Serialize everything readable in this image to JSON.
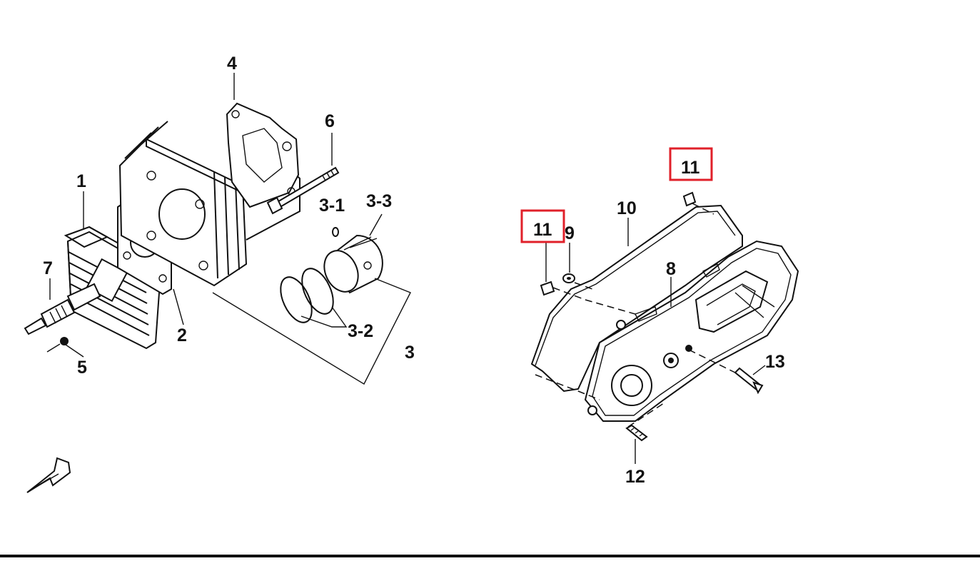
{
  "diagram": {
    "left_labels": {
      "p1": "1",
      "p2": "2",
      "p3": "3",
      "p3_1": "3-1",
      "p3_2": "3-2",
      "p3_3": "3-3",
      "p4": "4",
      "p5": "5",
      "p6": "6",
      "p7": "7"
    },
    "right_labels": {
      "p8": "8",
      "p9": "9",
      "p10": "10",
      "p11a": "11",
      "p11b": "11",
      "p12": "12",
      "p13": "13"
    },
    "highlight_color": "#e0202a",
    "line_color": "#111111"
  }
}
